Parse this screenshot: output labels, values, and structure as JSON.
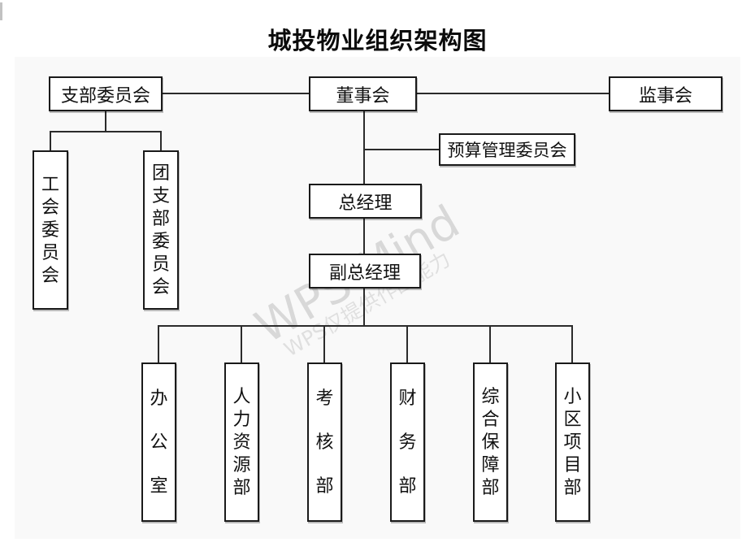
{
  "page": {
    "title": "城投物业组织架构图"
  },
  "watermark": {
    "line1": "WPS Mind",
    "line2": "WPS仅提供作图能力"
  },
  "org": {
    "branch_committee": "支部委员会",
    "board": "董事会",
    "supervisory_board": "监事会",
    "budget_committee": "预算管理委员会",
    "general_manager": "总经理",
    "deputy_general_manager": "副总经理",
    "union_committee": "工会委员会",
    "youth_league_committee": "团支部委员会",
    "departments": [
      "办公室",
      "人力资源部",
      "考核部",
      "财务部",
      "综合保障部",
      "小区项目部"
    ]
  },
  "style": {
    "line_color": "#2b2b2b",
    "border_color": "#1a1a1a",
    "canvas_bg": "#f9f9f9",
    "watermark_color": "#dcdcdc"
  }
}
